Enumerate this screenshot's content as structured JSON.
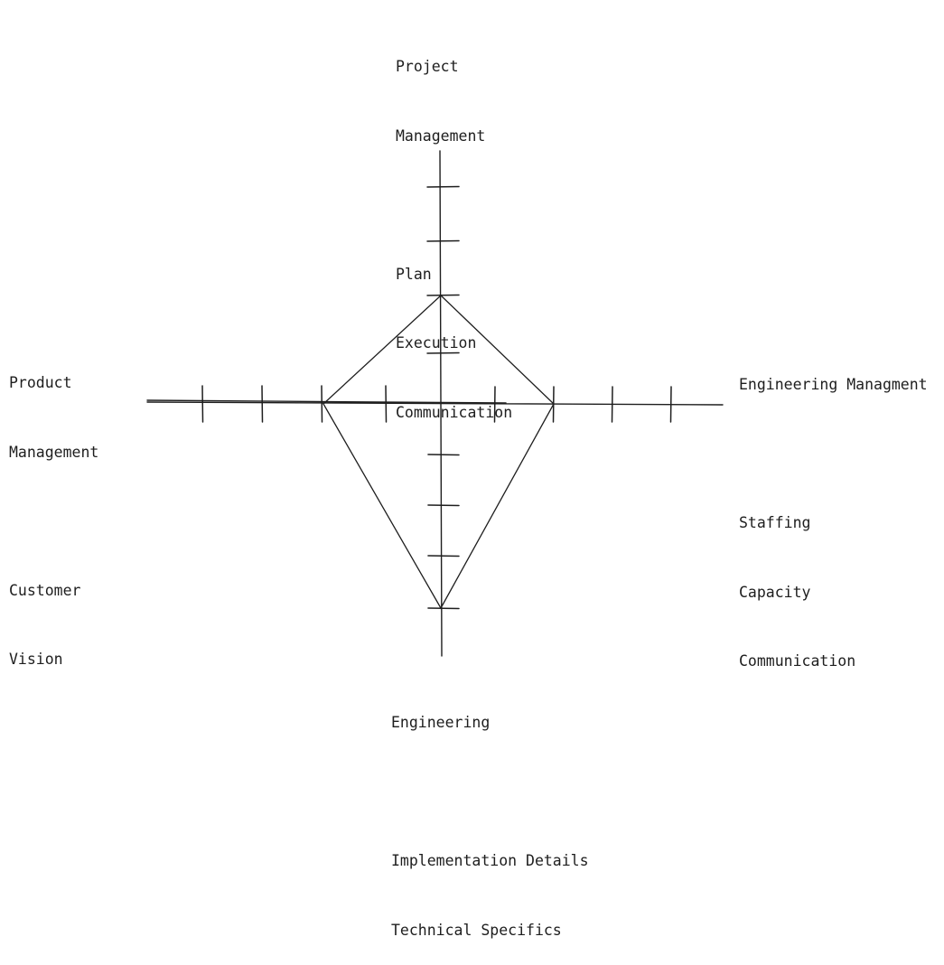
{
  "colors": {
    "stroke": "#1e1e1e",
    "background": "#ffffff"
  },
  "axes": {
    "top": {
      "title": [
        "Project",
        "Management"
      ],
      "items": [
        "Plan",
        "Execution",
        "Communication"
      ],
      "ticks": 4,
      "value": 2
    },
    "right": {
      "title": [
        "Engineering Managment"
      ],
      "items": [
        "Staffing",
        "Capacity",
        "Communication"
      ],
      "ticks": 4,
      "value": 2
    },
    "bottom": {
      "title": [
        "Engineering"
      ],
      "items": [
        "Implementation Details",
        "Technical Specifics"
      ],
      "ticks": 4,
      "value": 4
    },
    "left": {
      "title": [
        "Product",
        "Management"
      ],
      "items": [
        "Customer",
        "Vision"
      ],
      "ticks": 4,
      "value": 2
    }
  }
}
